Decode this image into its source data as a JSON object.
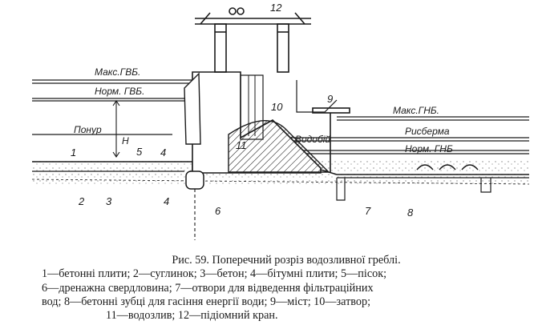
{
  "figure": {
    "labels": {
      "max_upper_level": "Макс.ГВБ.",
      "norm_upper_level": "Норм. ГВБ.",
      "max_lower_level": "Макс.ГНБ.",
      "norm_lower_level": "Норм. ГНБ",
      "apron": "Понур",
      "head": "H",
      "apron_after": "Рисберма",
      "stilling": "Водобій"
    },
    "numbers": [
      "1",
      "2",
      "3",
      "4",
      "4",
      "5",
      "6",
      "7",
      "8",
      "9",
      "10",
      "11",
      "12"
    ]
  },
  "caption": {
    "title": "Рис. 59. Поперечний розріз водозливної греблі.",
    "line2": "1—бетонні плити; 2—суглинок; 3—бетон; 4—бітумні плити; 5—пісок;",
    "line3": "6—дренажна свердловина; 7—отвори для відведення фільтраційних",
    "line4": "вод; 8—бетонні зубці для гасіння енергії води; 9—міст; 10—затвор;",
    "line5": "11—водозлив; 12—підіомний кран."
  }
}
